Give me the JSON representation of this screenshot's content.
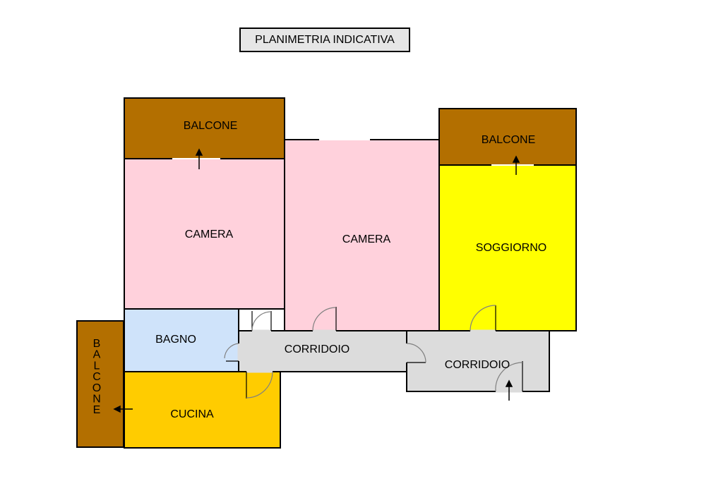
{
  "title": "PLANIMETRIA INDICATIVA",
  "rooms": {
    "balcony_left_top": "BALCONE",
    "balcony_right_top": "BALCONE",
    "balcony_side": "BALCONE",
    "bedroom_1": "CAMERA",
    "bedroom_2": "CAMERA",
    "living_room": "SOGGIORNO",
    "bathroom": "BAGNO",
    "kitchen": "CUCINA",
    "corridor_1": "CORRIDOIO",
    "corridor_2": "CORRIDOIO"
  },
  "colors": {
    "balcony": "#b36f00",
    "bedroom": "#ffd1dc",
    "living_room": "#ffff00",
    "bathroom": "#cfe3fa",
    "kitchen": "#ffcc00",
    "corridor": "#dcdcdc",
    "walls": "#000000",
    "door_arc": "#808080"
  }
}
